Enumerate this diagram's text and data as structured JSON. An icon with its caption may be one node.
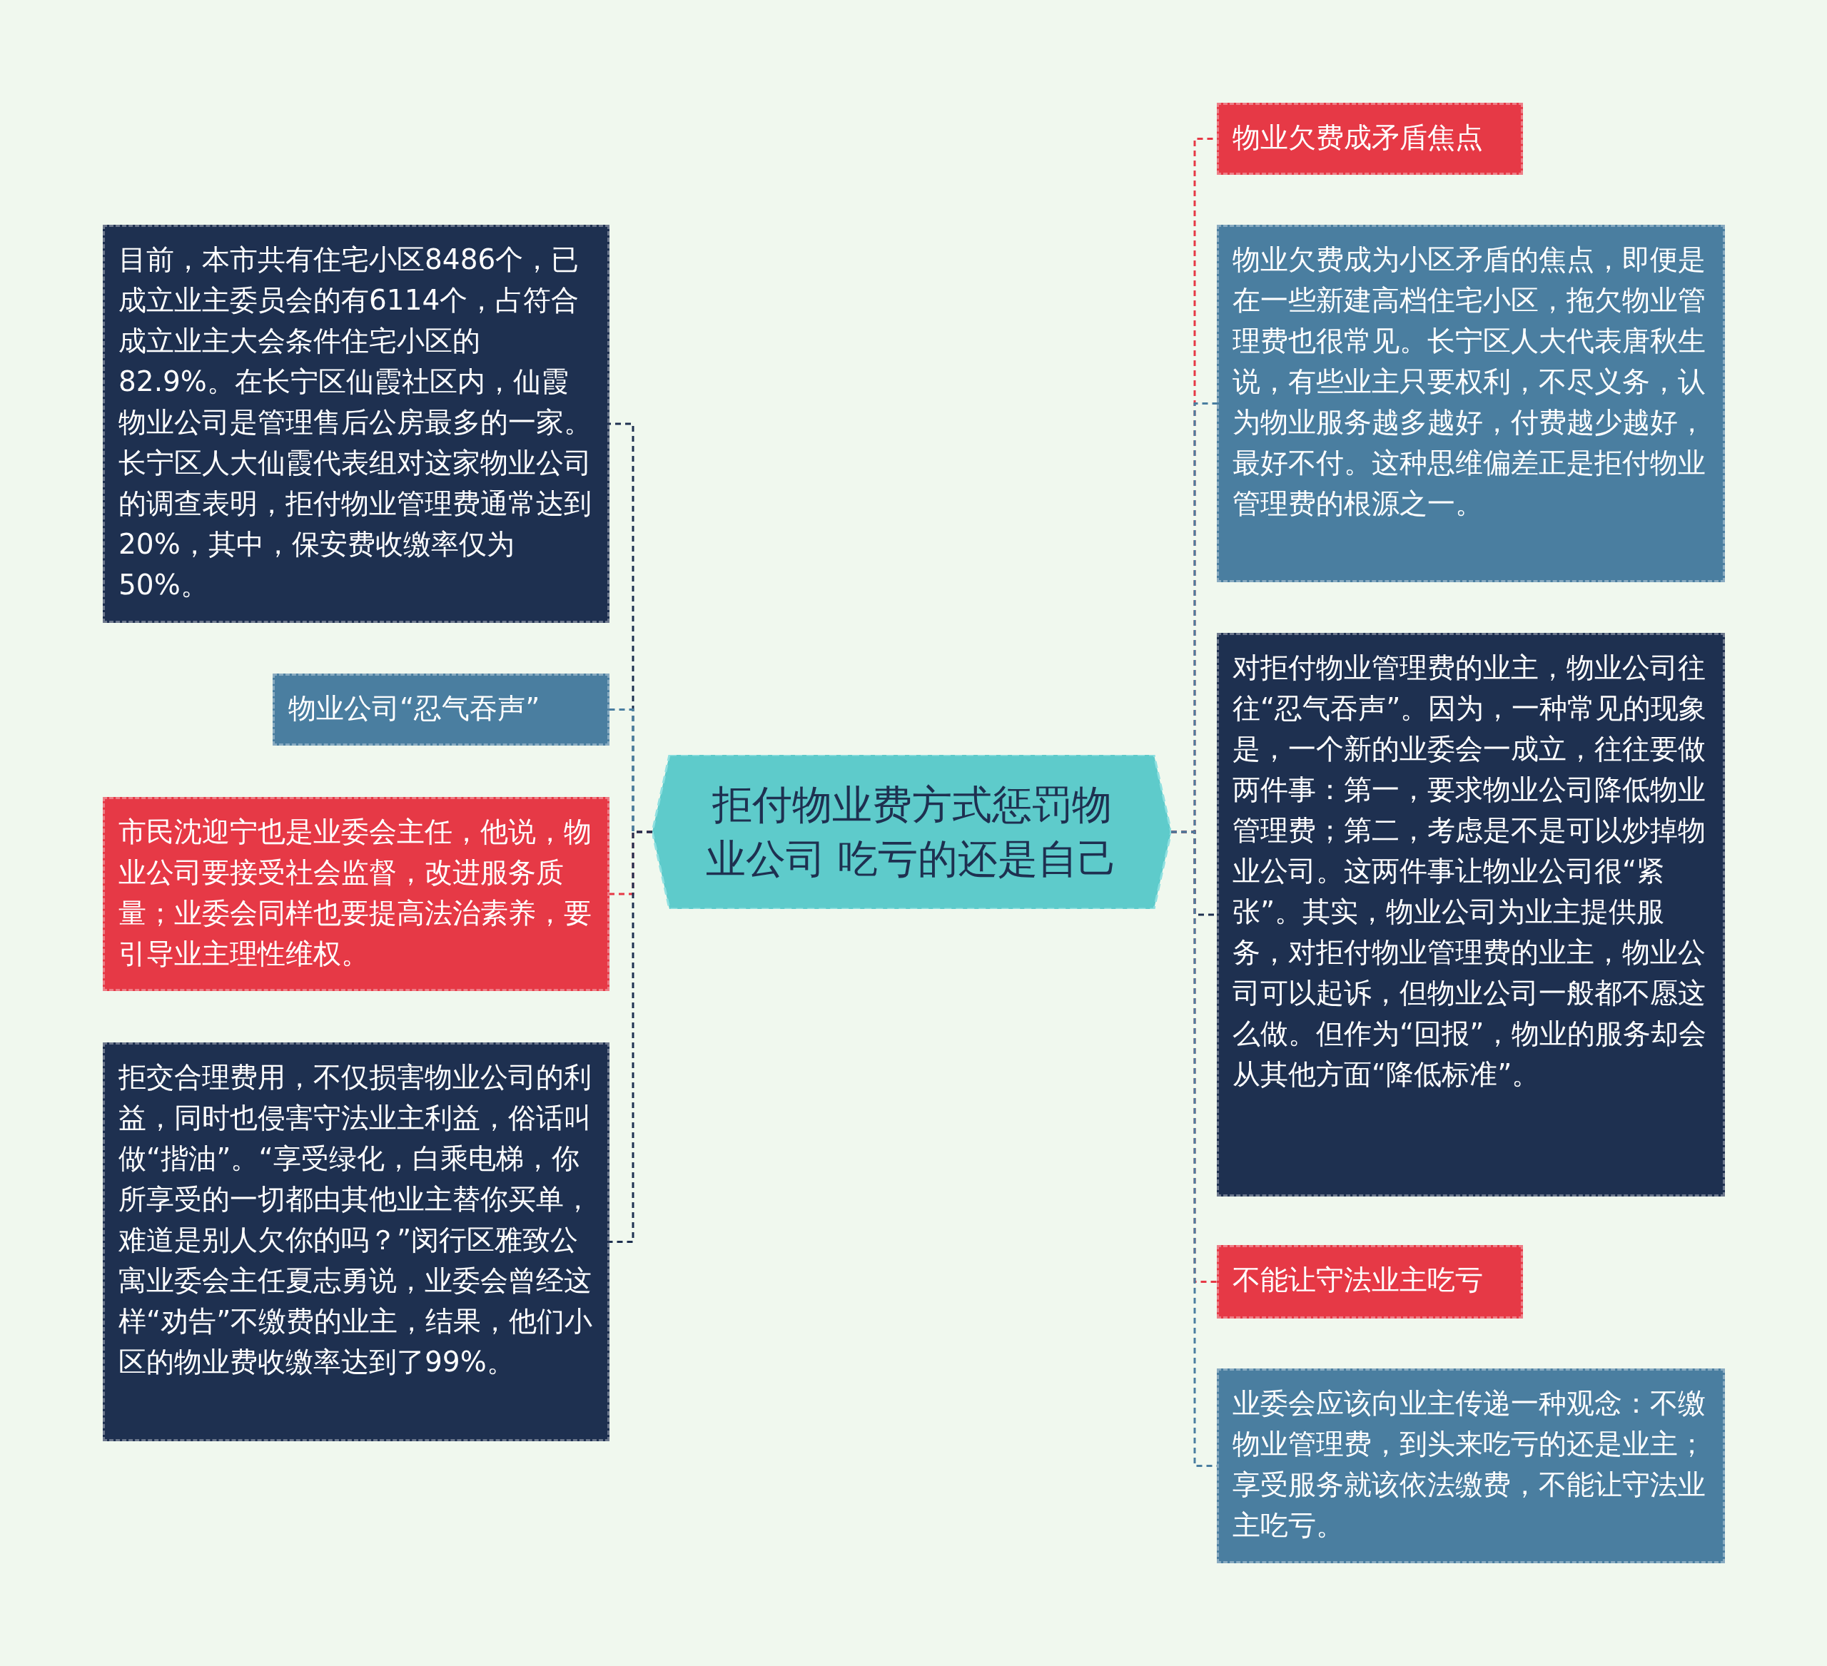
{
  "diagram": {
    "nodes": [
      {
        "text": [
          "拒付物业费方式惩罚物业公司 吃亏的还是自己"
        ]
      },
      {
        "text": [
          "目前，本市共有住宅小区8486个，已成立业主委员会的有6114个，占符合成立业主大会条件住宅小区的82.9%。在长宁区仙霞社区内，仙霞物业公司是管理售后公房最多的一家。长宁区人大仙霞代表组对这家物业公司的调查表明，拒付物业管理费通常达到20%，其中，保安费收缴率仅为50%。"
        ]
      },
      {
        "text": [
          "物业公司“忍气吞声”"
        ]
      },
      {
        "text": [
          "市民沈迎宁也是业委会主任，他说，物业公司要接受社会监督，改进服务质量；业委会同样也要提高法治素养，要引导业主理性维权。"
        ]
      },
      {
        "text": [
          "拒交合理费用，不仅损害物业公司的利益，同时也侵害守法业主利益，俗话叫做“揩油”。“享受绿化，白乘电梯，你所享受的一切都由其他业主替你买单，难道是别人欠你的吗？”闵行区雅致公寓业委会主任夏志勇说，业委会曾经这样“劝告”不缴费的业主，结果，他们小区的物业费收缴率达到了99%。"
        ]
      },
      {
        "text": [
          "物业欠费成矛盾焦点"
        ]
      },
      {
        "text": [
          "物业欠费成为小区矛盾的焦点，即便是在一些新建高档住宅小区，拖欠物业管理费也很常见。长宁区人大代表唐秋生说，有些业主只要权利，不尽义务，认为物业服务越多越好，付费越少越好，最好不付。这种思维偏差正是拒付物业管理费的根源之一。"
        ]
      },
      {
        "text": [
          "对拒付物业管理费的业主，物业公司往往“忍气吞声”。因为，一种常见的现象是，一个新的业委会一成立，往往要做两件事：第一，要求物业公司降低物业管理费；第二，考虑是不是可以炒掉物业公司。这两件事让物业公司很“紧张”。其实，物业公司为业主提供服务，对拒付物业管理费的业主，物业公司可以起诉，但物业公司一般都不愿这么做。但作为“回报”，物业的服务却会从其他方面“降低标准”。"
        ]
      },
      {
        "text": [
          "不能让守法业主吃亏"
        ]
      },
      {
        "text": [
          "业委会应该向业主传递一种观念：不缴物业管理费，到头来吃亏的还是业主；享受服务就该依法缴费，不能让守法业主吃亏。"
        ]
      }
    ],
    "edges": [
      {
        "from": 0,
        "to": 1,
        "arrow": "none",
        "style": "dashed",
        "color": "#1e3050"
      },
      {
        "from": 0,
        "to": 2,
        "arrow": "none",
        "style": "dashed",
        "color": "#4a7ea0"
      },
      {
        "from": 0,
        "to": 3,
        "arrow": "none",
        "style": "dashed",
        "color": "#e63946"
      },
      {
        "from": 0,
        "to": 4,
        "arrow": "none",
        "style": "dashed",
        "color": "#1e3050"
      },
      {
        "from": 0,
        "to": 5,
        "arrow": "none",
        "style": "dashed",
        "color": "#e63946"
      },
      {
        "from": 0,
        "to": 6,
        "arrow": "none",
        "style": "dashed",
        "color": "#4a7ea0"
      },
      {
        "from": 0,
        "to": 7,
        "arrow": "none",
        "style": "dashed",
        "color": "#1e3050"
      },
      {
        "from": 0,
        "to": 8,
        "arrow": "none",
        "style": "dashed",
        "color": "#e63946"
      },
      {
        "from": 0,
        "to": 9,
        "arrow": "none",
        "style": "dashed",
        "color": "#4a7ea0"
      }
    ]
  }
}
